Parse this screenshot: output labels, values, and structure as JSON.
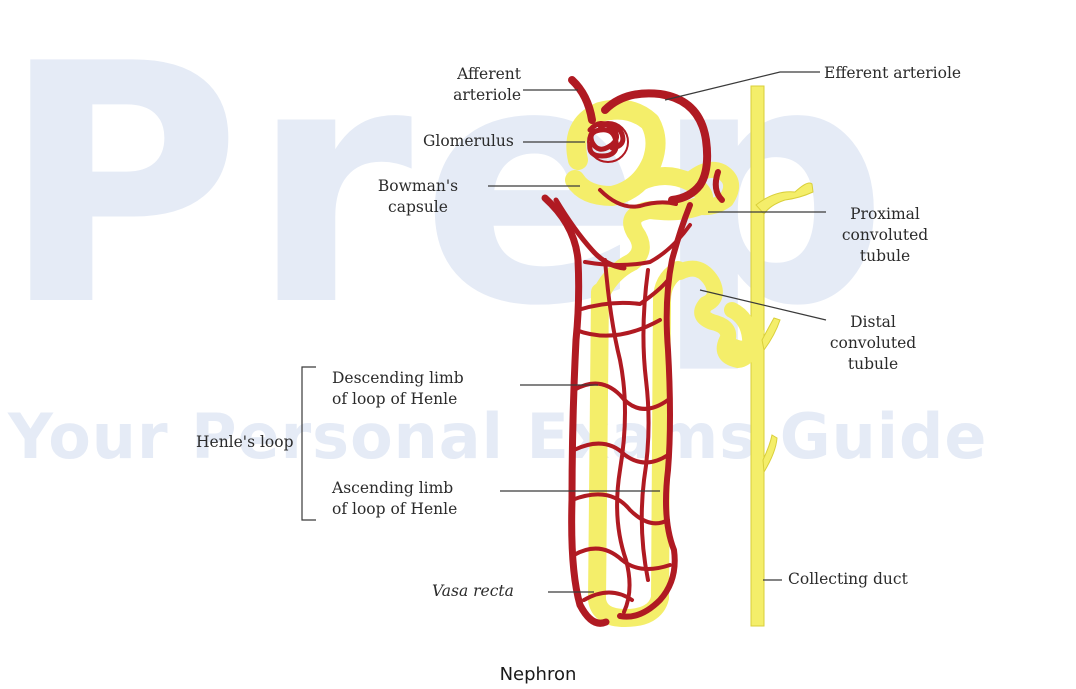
{
  "watermark": {
    "logo_text": "Prep",
    "tagline": "Your Personal Exams Guide",
    "color": "#e5ebf6"
  },
  "labels": {
    "afferent_arteriole": [
      "Afferent",
      "arteriole"
    ],
    "efferent_arteriole": "Efferent arteriole",
    "glomerulus": "Glomerulus",
    "bowmans_capsule": [
      "Bowman's",
      "capsule"
    ],
    "proximal_convoluted_tubule": [
      "Proximal",
      "convoluted",
      "tubule"
    ],
    "distal_convoluted_tubule": [
      "Distal",
      "convoluted",
      "tubule"
    ],
    "descending_limb": [
      "Descending limb",
      "of loop of Henle"
    ],
    "ascending_limb": [
      "Ascending limb",
      "of loop of Henle"
    ],
    "henles_loop": "Henle's loop",
    "vasa_recta": "Vasa recta",
    "collecting_duct": "Collecting duct"
  },
  "caption": "Nephron",
  "colors": {
    "vessel": "#b01a22",
    "tubule": "#f4ee6a",
    "tubule_edge": "#d9cf3a",
    "leader_line": "#3a3a3a"
  }
}
